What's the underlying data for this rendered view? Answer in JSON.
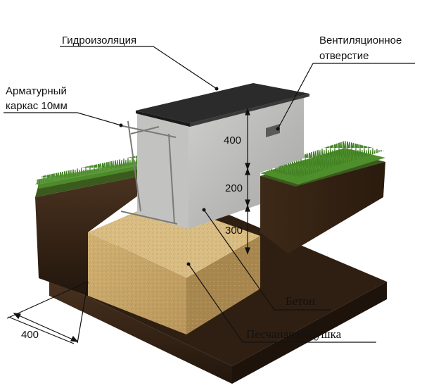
{
  "labels": {
    "waterproofing": "Гидроизоляция",
    "vent_line1": "Вентиляционное",
    "vent_line2": "отверстие",
    "rebar_line1": "Арматурный",
    "rebar_line2": "каркас 10мм",
    "concrete": "Бетон",
    "sand": "Песчаная подушка"
  },
  "dimensions": {
    "above_ground": "400",
    "middle": "200",
    "sand_depth": "300",
    "width": "400"
  },
  "colors": {
    "concrete_front": "#b9b9b7",
    "concrete_side": "#8e8e8c",
    "roof": "#2b2b2b",
    "sand_front": "#c9a86a",
    "sand_top": "#d9bd83",
    "soil_dark": "#3a2616",
    "soil_mid": "#4e3420",
    "grass": "#4f8f2b"
  }
}
